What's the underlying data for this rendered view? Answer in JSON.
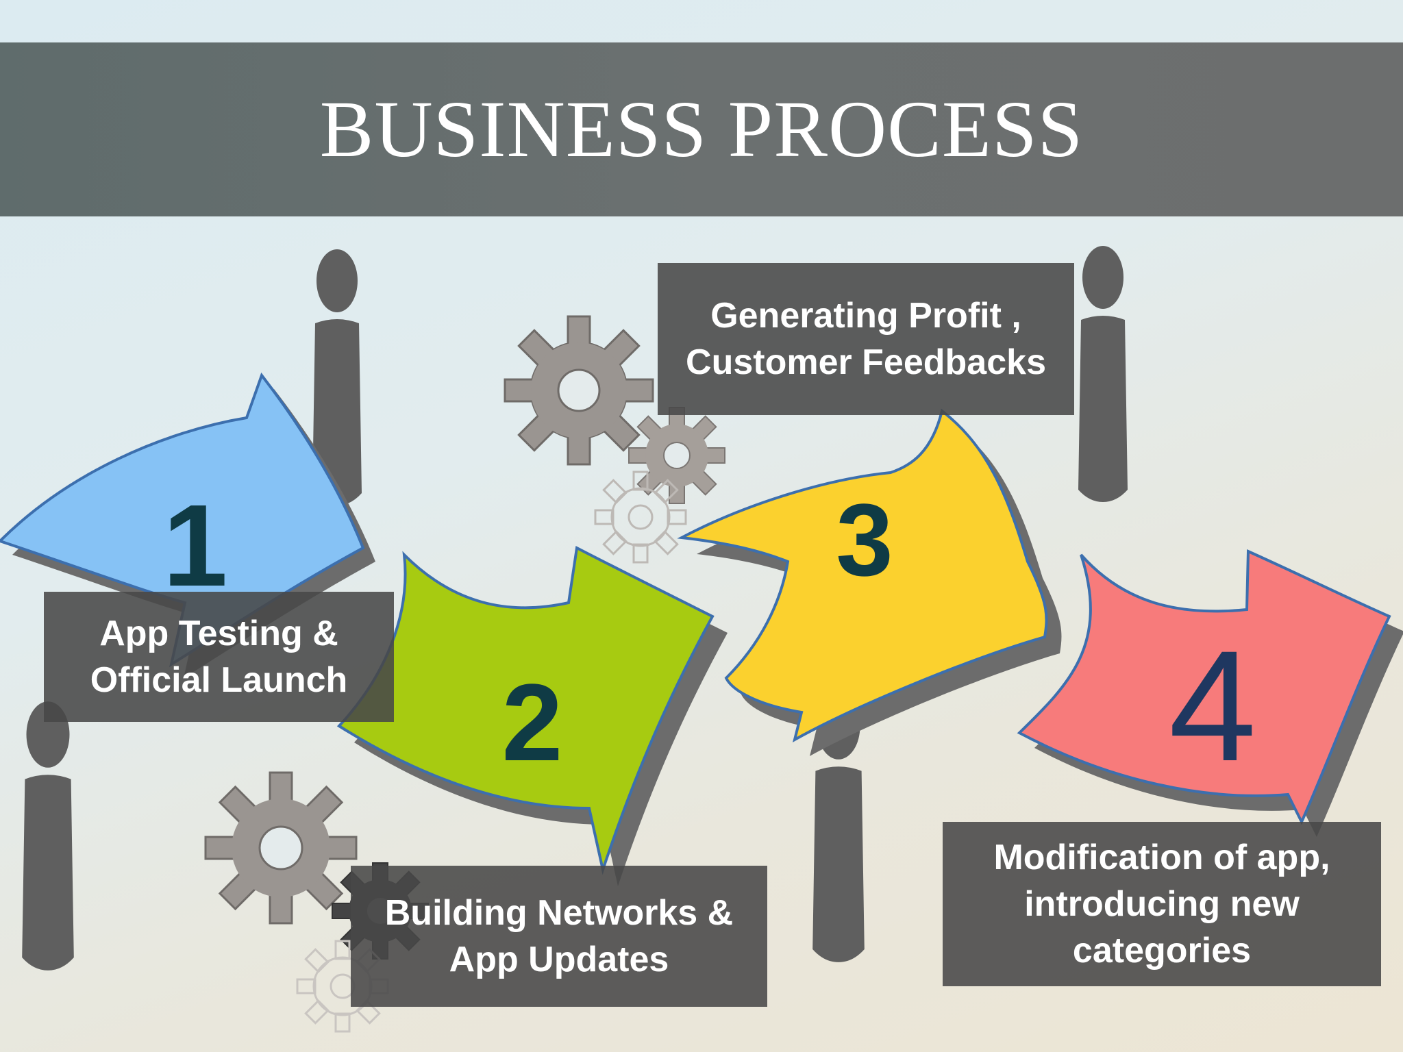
{
  "title": "BUSINESS PROCESS",
  "colors": {
    "title_bar": "#646c6c",
    "arrow_1": "#86c2f5",
    "arrow_2": "#a7cb11",
    "arrow_3": "#fbd12e",
    "arrow_4": "#f77b7b",
    "number_dark": "#0f3b45",
    "number_4": "#1f3760",
    "person": "#5f5f5f",
    "gear": "#9a9591",
    "label_box": "#484848"
  },
  "steps": [
    {
      "number": "1",
      "label_lines": [
        "App Testing &",
        "Official Launch"
      ]
    },
    {
      "number": "2",
      "label_lines": [
        "Building Networks &",
        "App Updates"
      ]
    },
    {
      "number": "3",
      "label_lines": [
        "Generating Profit ,",
        "Customer Feedbacks"
      ]
    },
    {
      "number": "4",
      "label_lines": [
        "Modification of app,",
        "introducing new",
        "categories"
      ]
    }
  ],
  "icons": [
    "person-icon",
    "gear-icon"
  ]
}
